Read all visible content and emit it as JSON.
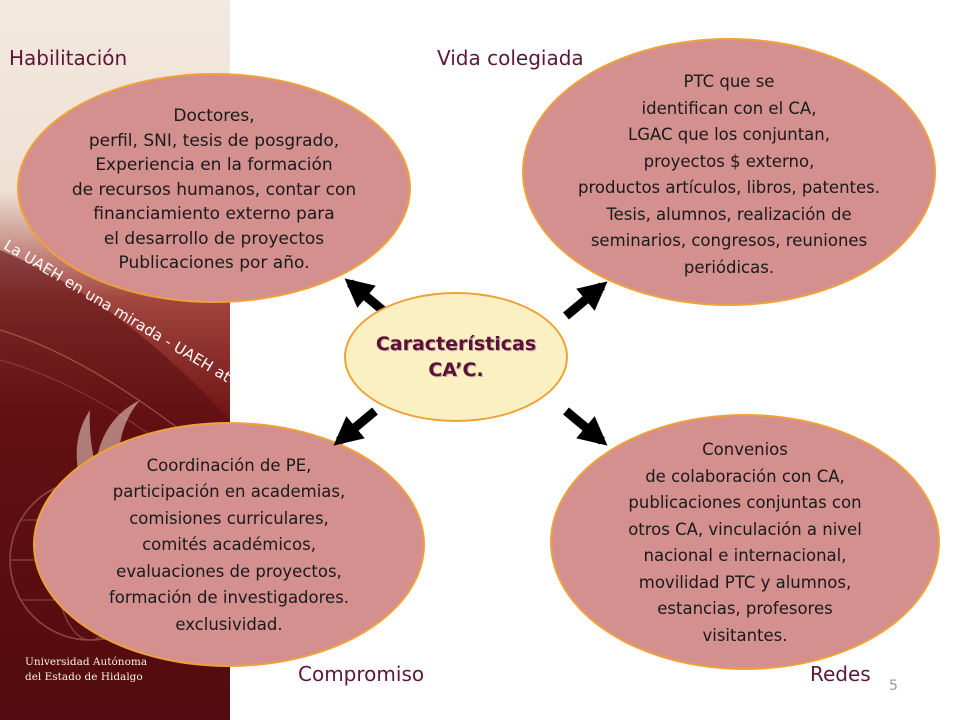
{
  "sidebar": {
    "rotated_text": "La UAEH en una mirada - UAEH at a glance",
    "university_lines": [
      "Universidad Autónoma",
      "del Estado de Hidalgo"
    ],
    "colors": {
      "top": "#f3e9df",
      "bottom": "#4a0b0c"
    }
  },
  "labels": {
    "top_left": "Habilitación",
    "top_right": "Vida colegiada",
    "bottom_left": "Compromiso",
    "bottom_right": "Redes"
  },
  "center": {
    "lines": [
      "Características",
      "CA’C."
    ]
  },
  "habilitacion": {
    "lines": [
      "Doctores,",
      "perfil, SNI, tesis de posgrado,",
      "Experiencia en la formación",
      "de recursos humanos, contar con",
      "financiamiento externo para",
      "el desarrollo de proyectos",
      "Publicaciones por año."
    ]
  },
  "vida_colegiada": {
    "lines": [
      "PTC que se",
      "identifican con el CA,",
      "LGAC que los conjuntan,",
      "proyectos $ externo,",
      "productos artículos, libros, patentes.",
      "Tesis, alumnos, realización de",
      "seminarios, congresos, reuniones",
      "periódicas."
    ]
  },
  "compromiso": {
    "lines": [
      "Coordinación de PE,",
      "participación en academias,",
      "comisiones curriculares,",
      "comités académicos,",
      "evaluaciones de proyectos,",
      "formación de investigadores.",
      "exclusividad."
    ]
  },
  "redes": {
    "lines": [
      "Convenios",
      "de colaboración con CA,",
      "publicaciones conjuntas con",
      "otros CA, vinculación a nivel",
      "nacional e internacional,",
      "movilidad PTC y alumnos,",
      "estancias, profesores",
      "visitantes."
    ]
  },
  "page_number": "5",
  "colors": {
    "ellipse_fill": "#d48f8f",
    "ellipse_border": "#f0a23a",
    "center_fill": "#fbf0c2",
    "label_text": "#5b1838",
    "center_text": "#5a1334"
  }
}
